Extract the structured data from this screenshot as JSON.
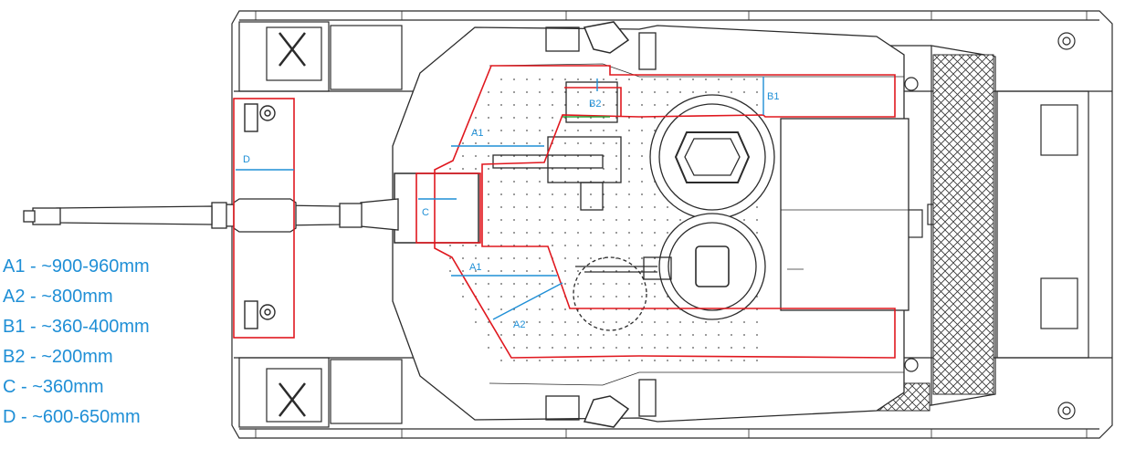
{
  "colors": {
    "line": "#2b2b2b",
    "armor_outline": "#e0181f",
    "measure": "#1f8fd6",
    "b2_measure": "#2aa33a",
    "legend_text": "#1f8fd6"
  },
  "diagram_labels": {
    "a1_upper": "A1",
    "a1_lower": "A1",
    "a2": "A2",
    "b1": "B1",
    "b2": "B2",
    "c": "C",
    "d": "D"
  },
  "legend": [
    "A1 - ~900-960mm",
    "A2 - ~800mm",
    "B1 - ~360-400mm",
    "B2 - ~200mm",
    "C - ~360mm",
    "D - ~600-650mm"
  ]
}
